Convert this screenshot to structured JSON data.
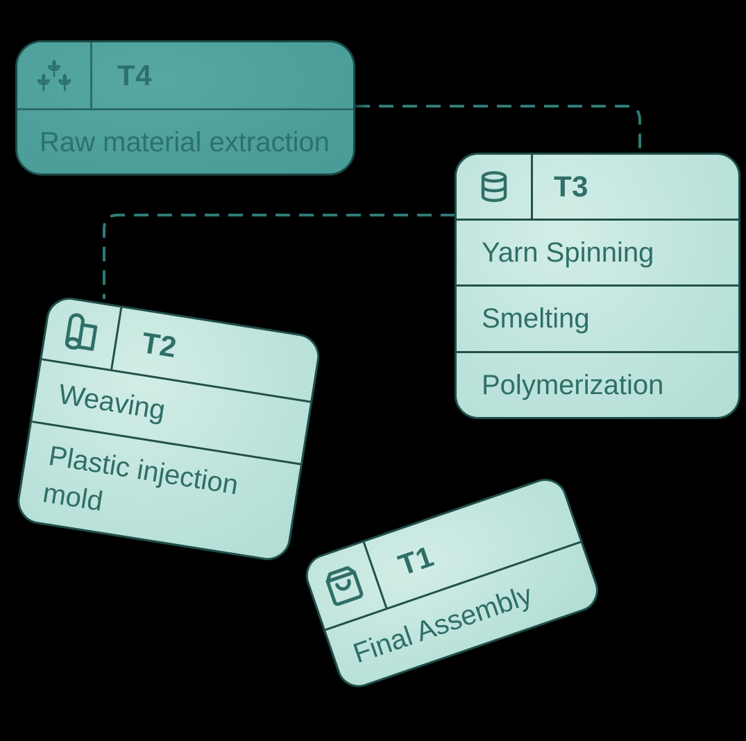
{
  "diagram": {
    "background_color": "#000000",
    "connector_color": "#2F7B76",
    "connector_style": "dashed",
    "node_border_color": "#1F4F4A",
    "edges": [
      {
        "from": "T4",
        "to": "T3"
      },
      {
        "from": "T3",
        "to": "T2"
      }
    ],
    "nodes": [
      {
        "id": "T4",
        "title": "T4",
        "icon": "plants-icon",
        "variant": "dark",
        "fill": "#4C9F9B",
        "text_color": "#2E716C",
        "rows": [
          "Raw material extraction"
        ]
      },
      {
        "id": "T3",
        "title": "T3",
        "icon": "database-icon",
        "variant": "light",
        "fill": "#BCE3DB",
        "text_color": "#2F6F68",
        "rows": [
          "Yarn Spinning",
          "Smelting",
          "Polymerization"
        ]
      },
      {
        "id": "T2",
        "title": "T2",
        "icon": "fabric-roll-icon",
        "variant": "light",
        "fill": "#BCE3DB",
        "text_color": "#2F6F68",
        "rows": [
          "Weaving",
          "Plastic injection mold"
        ]
      },
      {
        "id": "T1",
        "title": "T1",
        "icon": "shopping-bag-icon",
        "variant": "light",
        "fill": "#BCE3DB",
        "text_color": "#2F6F68",
        "rows": [
          "Final Assembly"
        ]
      }
    ]
  }
}
